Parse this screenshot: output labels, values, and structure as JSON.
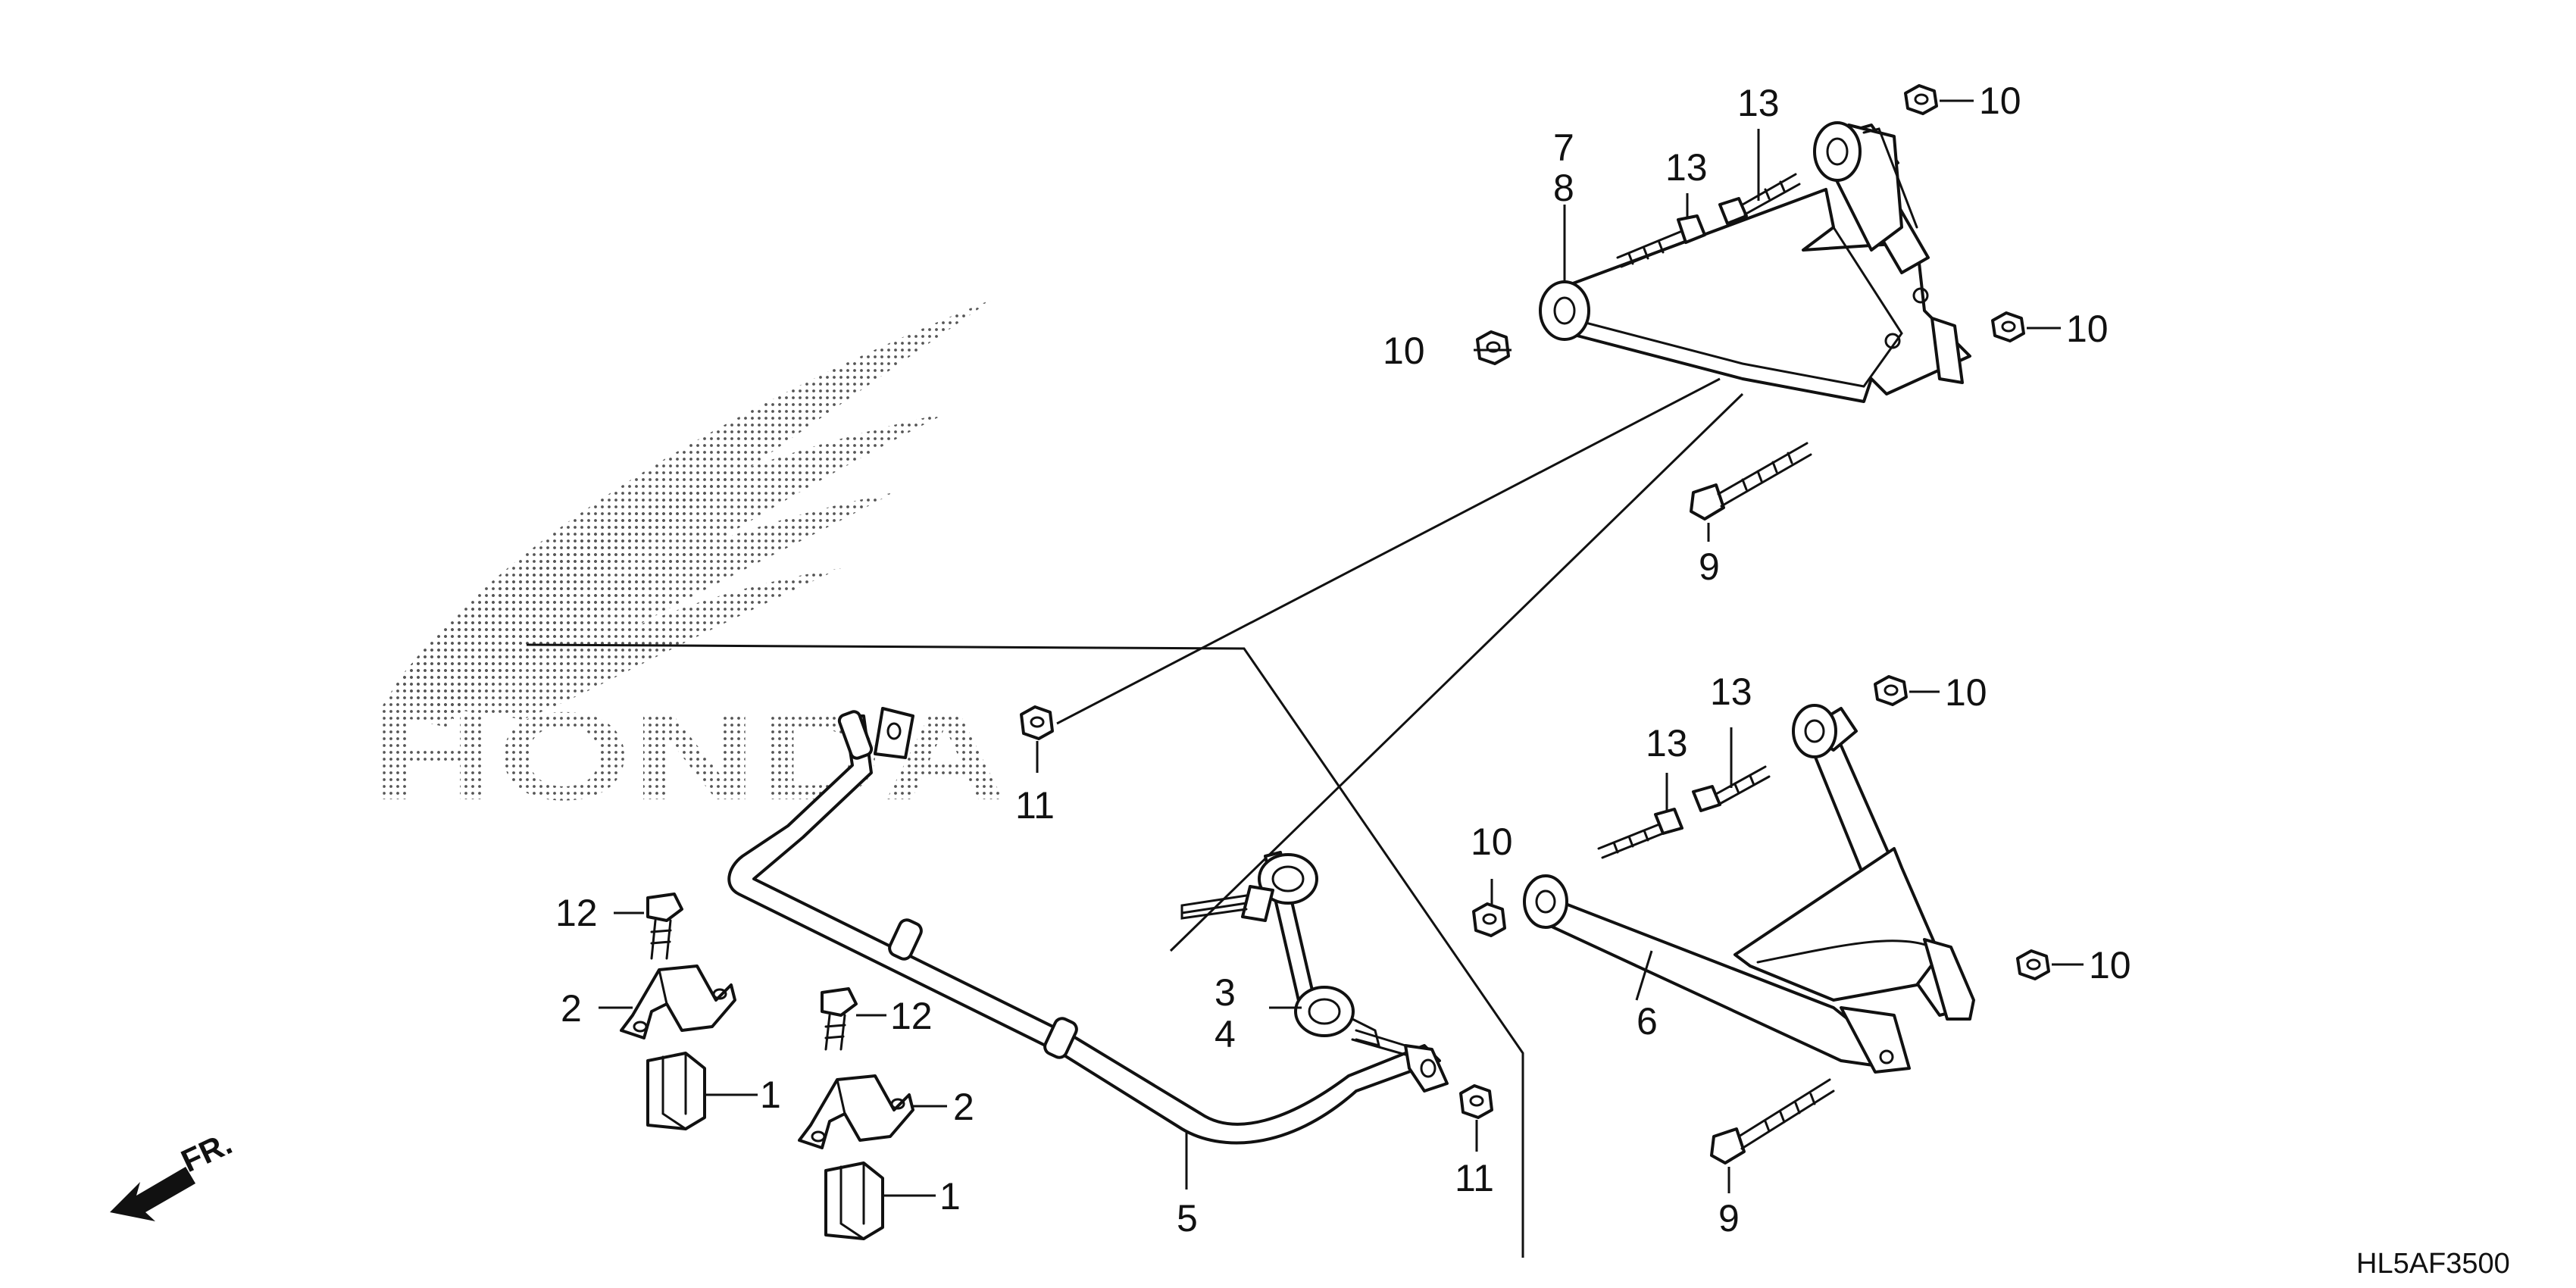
{
  "diagram": {
    "drawing_code": "HL5AF3500",
    "direction_label": "FR.",
    "watermark_text": "HONDA",
    "part_labels": {
      "p1a": "1",
      "p1b": "1",
      "p2a": "2",
      "p2b": "2",
      "p3": "3",
      "p4": "4",
      "p5": "5",
      "p6": "6",
      "p7": "7",
      "p8": "8",
      "p9a": "9",
      "p9b": "9",
      "p10a": "10",
      "p10b": "10",
      "p10c": "10",
      "p10d": "10",
      "p10e": "10",
      "p10f": "10",
      "p11a": "11",
      "p11b": "11",
      "p12a": "12",
      "p12b": "12",
      "p13a": "13",
      "p13b": "13",
      "p13c": "13",
      "p13d": "13"
    }
  }
}
